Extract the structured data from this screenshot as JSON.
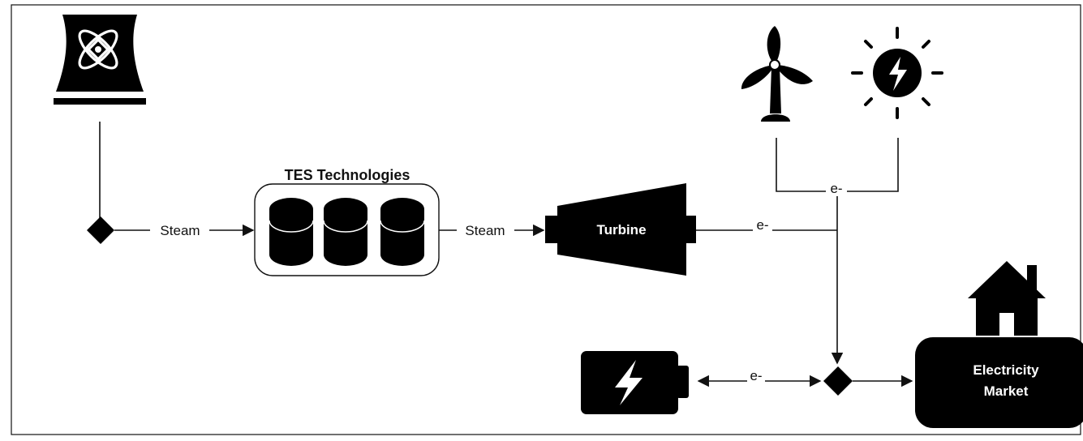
{
  "labels": {
    "tes_title": "TES Technologies",
    "steam_in": "Steam",
    "steam_out": "Steam",
    "turbine": "Turbine",
    "electron_turbine": "e-",
    "electron_renewables": "e-",
    "electron_battery": "e-",
    "market_line1": "Electricity",
    "market_line2": "Market"
  },
  "icons": {
    "plant": "nuclear-plant-icon",
    "wind": "wind-turbine-icon",
    "solar": "solar-power-icon",
    "battery": "battery-icon",
    "house": "house-icon",
    "tanks": "storage-tank-icon"
  },
  "colors": {
    "ink": "#000000",
    "background": "#ffffff"
  }
}
